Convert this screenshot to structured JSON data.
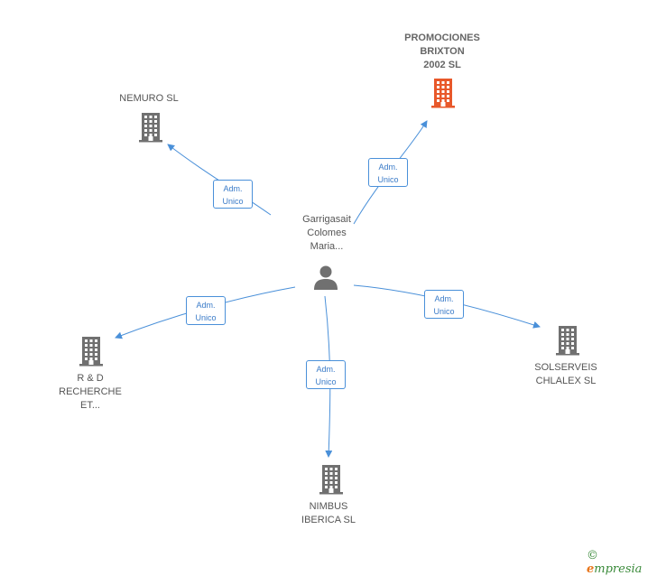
{
  "center": {
    "lines": [
      "Garrigasait",
      "Colomes",
      "Maria..."
    ]
  },
  "companies": [
    {
      "id": "promociones",
      "lines": [
        "PROMOCIONES",
        "BRIXTON",
        "2002 SL"
      ],
      "highlight": true
    },
    {
      "id": "nemuro",
      "lines": [
        "NEMURO SL"
      ],
      "highlight": false
    },
    {
      "id": "rd",
      "lines": [
        "R & D",
        "RECHERCHE",
        "ET..."
      ],
      "highlight": false
    },
    {
      "id": "nimbus",
      "lines": [
        "NIMBUS",
        "IBERICA SL"
      ],
      "highlight": false
    },
    {
      "id": "solserveis",
      "lines": [
        "SOLSERVEIS",
        "CHLALEX SL"
      ],
      "highlight": false
    }
  ],
  "edges": [
    {
      "to": "promociones",
      "role": [
        "Adm.",
        "Unico"
      ]
    },
    {
      "to": "nemuro",
      "role": [
        "Adm.",
        "Unico"
      ]
    },
    {
      "to": "rd",
      "role": [
        "Adm.",
        "Unico"
      ]
    },
    {
      "to": "nimbus",
      "role": [
        "Adm.",
        "Unico"
      ]
    },
    {
      "to": "solserveis",
      "role": [
        "Adm.",
        "Unico"
      ]
    }
  ],
  "colors": {
    "edge": "#4a90d9",
    "building": "#707070",
    "building_highlight": "#e8582a",
    "person": "#707070"
  },
  "footer": {
    "symbol": "©",
    "brand_initial": "e",
    "brand_rest": "mpresia"
  }
}
